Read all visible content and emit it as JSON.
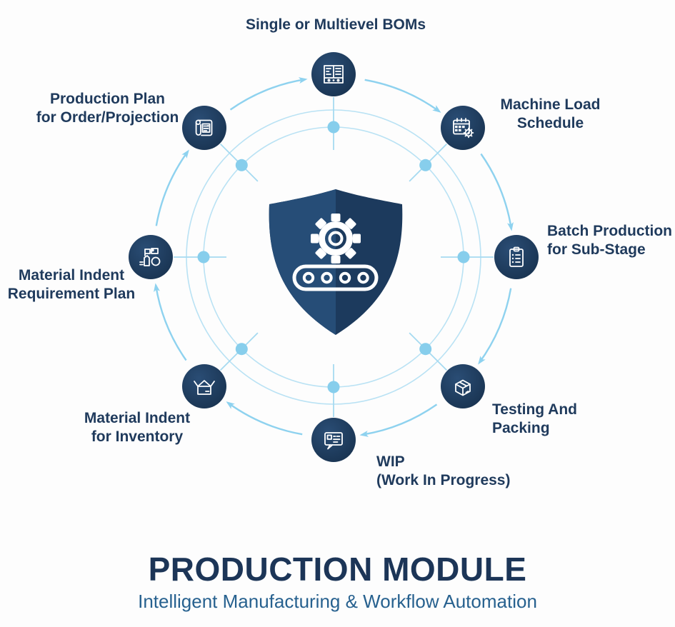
{
  "title": "PRODUCTION MODULE",
  "subtitle": "Intelligent Manufacturing & Workflow Automation",
  "nodes": [
    {
      "id": "single-or-multilevel-boms",
      "label": "Single or Multievel BOMs",
      "icon": "bom-list-icon"
    },
    {
      "id": "production-plan",
      "label": "Production Plan\nfor Order/Projection",
      "icon": "blueprint-scroll-icon"
    },
    {
      "id": "machine-load-schedule",
      "label": "Machine Load\nSchedule",
      "icon": "calendar-gear-icon"
    },
    {
      "id": "batch-production-sub-stage",
      "label": "Batch Production\nfor Sub-Stage",
      "icon": "clipboard-checklist-icon"
    },
    {
      "id": "material-indent-requirement-plan",
      "label": "Material Indent\nRequirement Plan",
      "icon": "factory-plan-icon"
    },
    {
      "id": "testing-and-packing",
      "label": "Testing And\nPacking",
      "icon": "sealed-box-icon"
    },
    {
      "id": "wip-work-in-progress",
      "label": "WIP\n(Work In Progress)",
      "icon": "chat-list-icon"
    },
    {
      "id": "material-indent-for-inventory",
      "label": "Material Indent\nfor Inventory",
      "icon": "open-box-icon"
    }
  ],
  "center_icon": "shield-gear-conveyor-icon",
  "flow_direction": "clockwise",
  "colors": {
    "bg": "#fdfdfd",
    "accent-light": "#b9e2f4",
    "accent": "#a6daf1",
    "accent-dot": "#87ceec",
    "accent-strong": "#8ed2ef",
    "navy": "#1e3a5c",
    "ink": "#1f3a5c",
    "title": "#1c3557",
    "subtitle": "#27618f",
    "shield-left": "#264d77",
    "shield-right": "#1c3a5d"
  }
}
